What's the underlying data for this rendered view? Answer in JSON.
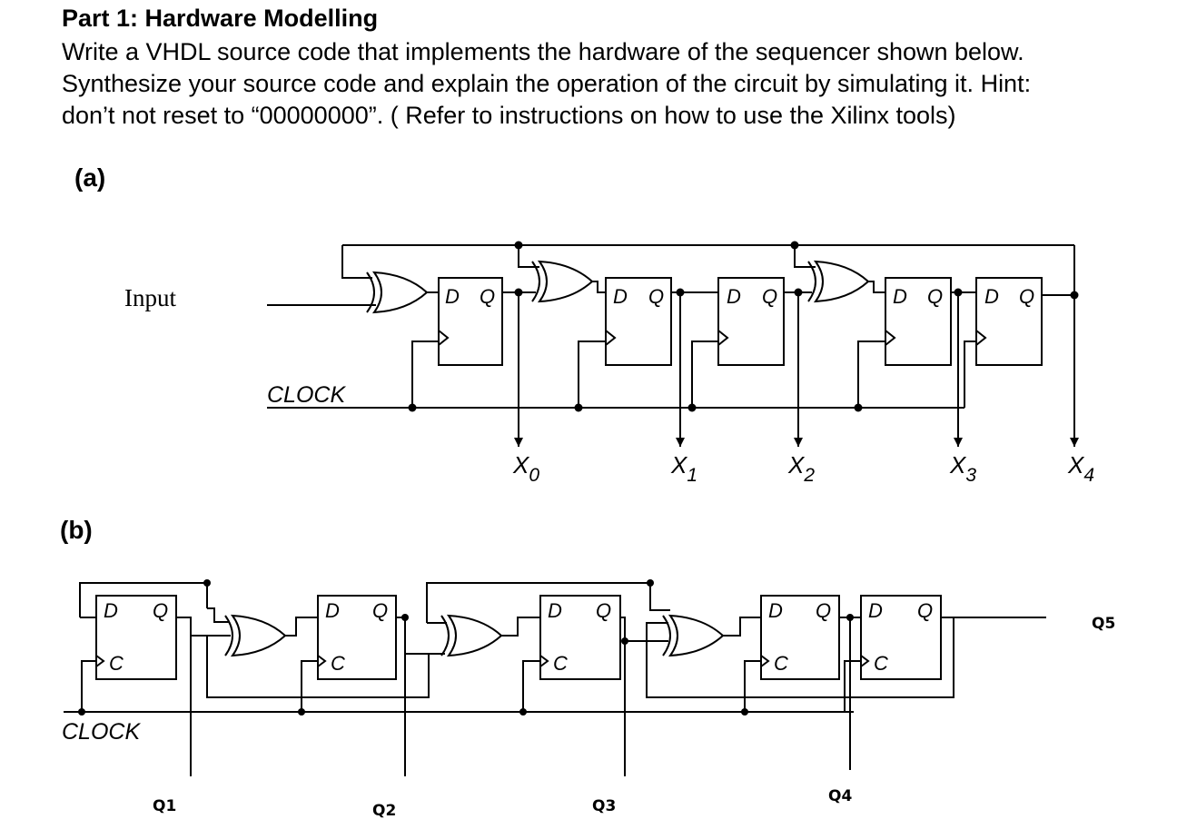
{
  "heading": "Part 1: Hardware Modelling",
  "paragraph": {
    "line1": "Write a VHDL source code that implements the hardware of the sequencer shown below.",
    "line2": "Synthesize your source code and explain the operation of the circuit by simulating it. Hint:",
    "line3": "don’t not reset to “00000000”. ( Refer to instructions on how to use the Xilinx tools)"
  },
  "figure_a": {
    "label": "(a)",
    "input_label": "Input",
    "clock_label": "CLOCK",
    "dff_d": "D",
    "dff_q": "Q",
    "outputs": [
      {
        "main": "X",
        "sub": "0"
      },
      {
        "main": "X",
        "sub": "1"
      },
      {
        "main": "X",
        "sub": "2"
      },
      {
        "main": "X",
        "sub": "3"
      },
      {
        "main": "X",
        "sub": "4"
      }
    ]
  },
  "figure_b": {
    "label": "(b)",
    "clock_label": "CLOCK",
    "dff_d": "D",
    "dff_q": "Q",
    "dff_c": "C",
    "outputs": [
      "Q1",
      "Q2",
      "Q3",
      "Q4",
      "Q5"
    ]
  }
}
